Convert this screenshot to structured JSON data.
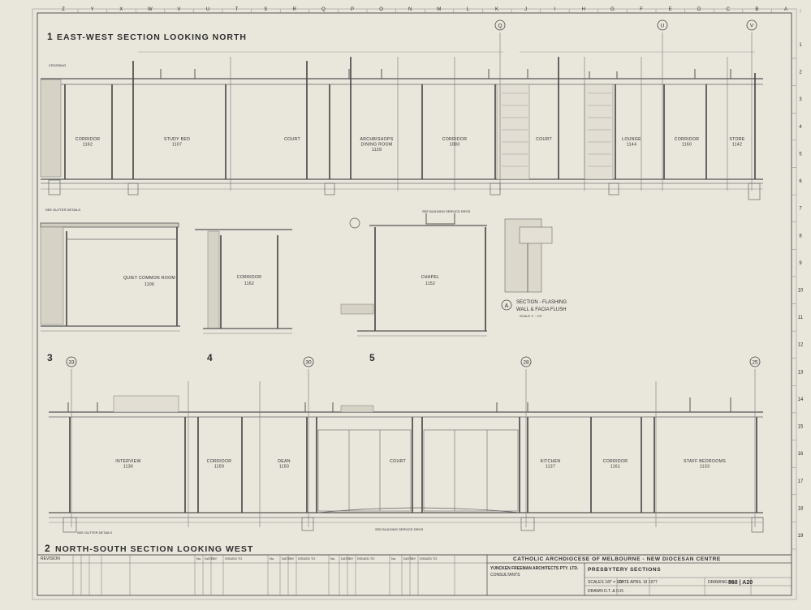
{
  "grid_letters": [
    "Z",
    "Y",
    "X",
    "W",
    "V",
    "U",
    "T",
    "S",
    "R",
    "Q",
    "P",
    "O",
    "N",
    "M",
    "L",
    "K",
    "J",
    "I",
    "H",
    "G",
    "F",
    "E",
    "D",
    "C",
    "B",
    "A"
  ],
  "grid_numbers": [
    "1",
    "2",
    "3",
    "4",
    "5",
    "6",
    "7",
    "8",
    "9",
    "10",
    "11",
    "12",
    "13",
    "14",
    "15",
    "16",
    "17",
    "18",
    "19"
  ],
  "section1": {
    "num": "1",
    "title": "EAST-WEST SECTION LOOKING NORTH",
    "markers": [
      "Q",
      "U",
      "V"
    ],
    "rooms": [
      {
        "name": "CORRIDOR",
        "no": "1162"
      },
      {
        "name": "STUDY BED",
        "no": "1107"
      },
      {
        "name": "COURT",
        "no": ""
      },
      {
        "name": "ARCHBISHOPS DINING ROOM",
        "no": "1129"
      },
      {
        "name": "CORRIDOR",
        "no": "1083"
      },
      {
        "name": "COURT",
        "no": ""
      },
      {
        "name": "LOUNGE",
        "no": "1144"
      },
      {
        "name": "CORRIDOR",
        "no": "1160"
      },
      {
        "name": "STORE",
        "no": "1142"
      }
    ]
  },
  "section3": {
    "num": "3",
    "room": {
      "name": "QUIET COMMON ROOM",
      "no": "1106"
    }
  },
  "section4": {
    "num": "4",
    "room": {
      "name": "CORRIDOR",
      "no": "1162"
    }
  },
  "section5": {
    "num": "5",
    "room": {
      "name": "CHAPEL",
      "no": "1152"
    }
  },
  "detailA": {
    "marker": "A",
    "line1": "SECTION - FLASHING",
    "line2": "WALL & FACIA FLUSH",
    "scale": "SCALE 1\" : 1'0\""
  },
  "section2": {
    "num": "2",
    "title": "NORTH-SOUTH SECTION LOOKING WEST",
    "markers": [
      "33",
      "30",
      "28",
      "25"
    ],
    "rooms": [
      {
        "name": "INTERVIEW",
        "no": "1136"
      },
      {
        "name": "CORRIDOR",
        "no": "1159"
      },
      {
        "name": "DEAN",
        "no": "1150"
      },
      {
        "name": "COURT",
        "no": ""
      },
      {
        "name": "KITCHEN",
        "no": "1137"
      },
      {
        "name": "CORRIDOR",
        "no": "1161"
      },
      {
        "name": "STAFF BEDROOMS",
        "no": "1133"
      }
    ]
  },
  "titleblock": {
    "client": "CATHOLIC ARCHDIOCESE OF MELBOURNE - NEW DIOCESAN CENTRE",
    "architect": "YUNCKEN FREEMAN ARCHITECTS PTY. LTD.",
    "consultants_label": "CONSULTANTS",
    "project": "PRESBYTERY SECTIONS",
    "scale": "SCALES 1/8\" = 1'0\"",
    "date": "DATE APRIL 19 1977",
    "drawn": "DRAWN D.T. & D.R.",
    "drawing_label": "DRAWING No.",
    "drawing_no": "868 | A20",
    "revision_label": "REVISION",
    "col_headers": [
      "No.",
      "DATE",
      "BY",
      "ISSUED TO"
    ]
  }
}
